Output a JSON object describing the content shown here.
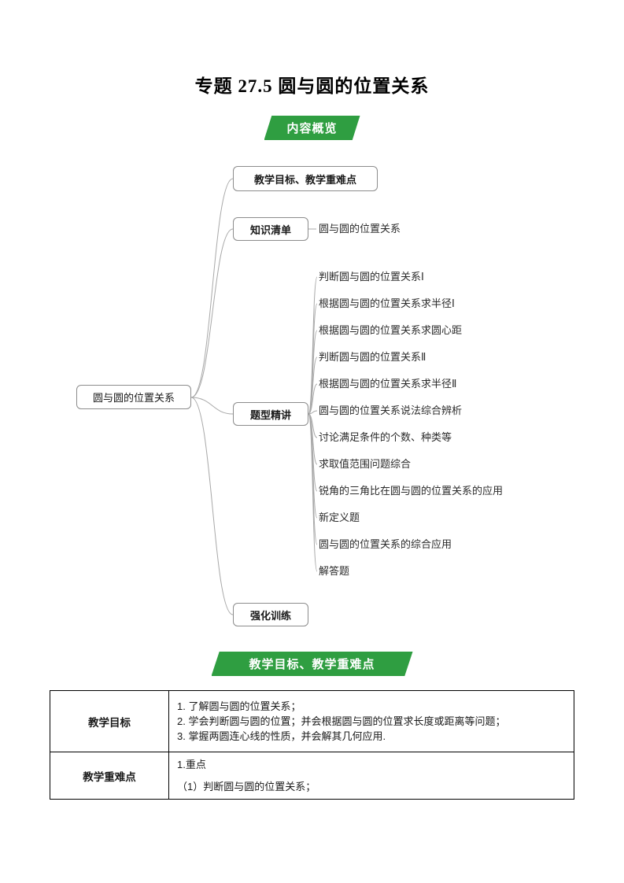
{
  "page": {
    "title": "专题 27.5 圆与圆的位置关系"
  },
  "banners": {
    "overview": "内容概览",
    "objectives": "教学目标、教学重难点"
  },
  "colors": {
    "banner_green": "#2f9e41",
    "connector_gray": "#a8a8a8"
  },
  "mindmap": {
    "root": "圆与圆的位置关系",
    "branches": [
      {
        "label": "教学目标、教学重难点",
        "children": []
      },
      {
        "label": "知识清单",
        "children": [
          "圆与圆的位置关系"
        ]
      },
      {
        "label": "题型精讲",
        "children": [
          "判断圆与圆的位置关系Ⅰ",
          "根据圆与圆的位置关系求半径Ⅰ",
          "根据圆与圆的位置关系求圆心距",
          "判断圆与圆的位置关系Ⅱ",
          "根据圆与圆的位置关系求半径Ⅱ",
          "圆与圆的位置关系说法综合辨析",
          "讨论满足条件的个数、种类等",
          "求取值范围问题综合",
          "锐角的三角比在圆与圆的位置关系的应用",
          "新定义题",
          "圆与圆的位置关系的综合应用",
          "解答题"
        ]
      },
      {
        "label": "强化训练",
        "children": []
      }
    ]
  },
  "table": {
    "rows": [
      {
        "label": "教学目标",
        "lines": [
          "1. 了解圆与圆的位置关系；",
          "2. 学会判断圆与圆的位置；并会根据圆与圆的位置求长度或距离等问题；",
          "3. 掌握两圆连心线的性质，并会解其几何应用."
        ]
      },
      {
        "label": "教学重难点",
        "lines": [
          "1.重点",
          "（1）判断圆与圆的位置关系；"
        ]
      }
    ]
  }
}
